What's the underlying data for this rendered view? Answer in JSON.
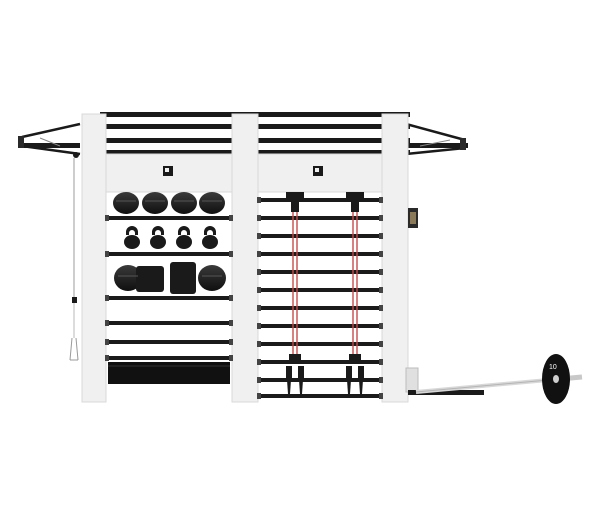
{
  "product": {
    "logo_left": "brand-logo",
    "logo_right": "brand-logo",
    "plate_label": "10"
  },
  "colors": {
    "frame": "#f0f0f0",
    "frame_edge": "#d9d9d9",
    "steel": "#1a1a1a",
    "accent_band": "#c94a4a",
    "bar_silver": "#d8d8d8"
  }
}
